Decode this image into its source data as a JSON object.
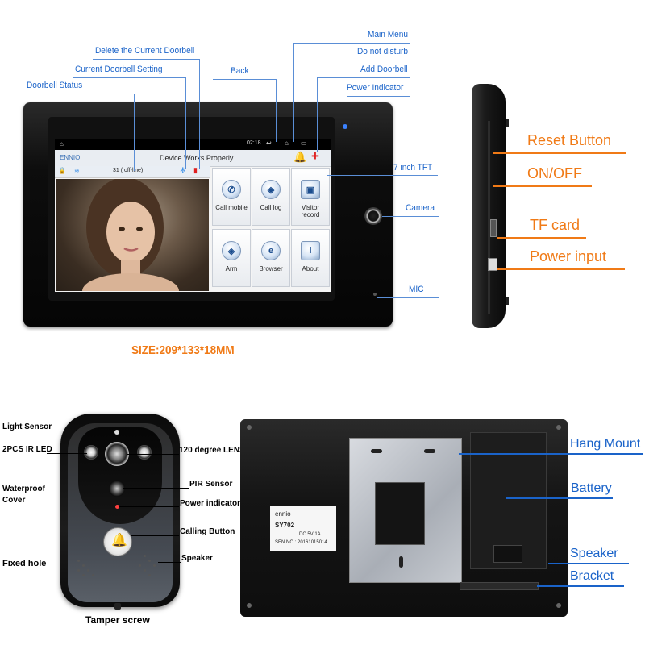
{
  "monitor": {
    "status_time": "02:18",
    "app_name": "ENNIO",
    "title": "Device Works Properly",
    "doorbell_number": "31 ( off-line)",
    "tiles": [
      {
        "label": "Call mobile",
        "icon": "phone-icon"
      },
      {
        "label": "Call log",
        "icon": "shield-icon"
      },
      {
        "label": "Visitor record",
        "icon": "image-icon"
      },
      {
        "label": "Arm",
        "icon": "shield-icon"
      },
      {
        "label": "Browser",
        "icon": "browser-icon"
      },
      {
        "label": "About",
        "icon": "info-icon"
      }
    ],
    "size_label": "SIZE:209*133*18MM"
  },
  "front_callouts": {
    "delete": "Delete the Current Doorbell",
    "setting": "Current Doorbell Setting",
    "status": "Doorbell Status",
    "back": "Back",
    "main_menu": "Main Menu",
    "dnd": "Do not disturb",
    "add": "Add Doorbell",
    "power": "Power Indicator",
    "tft": "7 inch TFT",
    "camera": "Camera",
    "mic": "MIC"
  },
  "side_callouts": {
    "reset": "Reset Button",
    "onoff": "ON/OFF",
    "tf": "TF card",
    "power": "Power input"
  },
  "doorbell_callouts": {
    "light": "Light Sensor",
    "ir": "2PCS IR LED",
    "lens": "120 degree LENS",
    "waterproof": "Waterproof\nCover",
    "pir": "PIR Sensor",
    "power": "Power indicator",
    "calling": "Calling Button",
    "fixed": "Fixed hole",
    "speaker": "Speaker",
    "tamper": "Tamper screw"
  },
  "back_callouts": {
    "hang": "Hang Mount",
    "battery": "Battery",
    "speaker": "Speaker",
    "bracket": "Bracket"
  },
  "sticker": {
    "brand": "ennio",
    "model": "SY702",
    "power": "DC 5V 1A",
    "serial": "SEN NO.: 20161015014"
  },
  "colors": {
    "callout_blue": "#1a63c9",
    "callout_orange": "#f07a16",
    "size_orange": "#f07a16"
  }
}
